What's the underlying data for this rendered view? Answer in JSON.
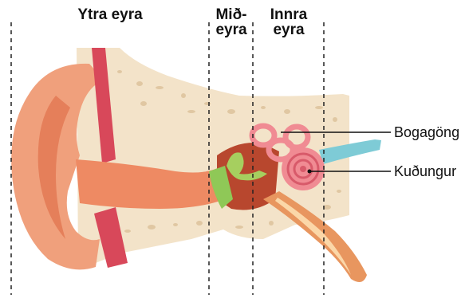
{
  "figure": {
    "regions": [
      {
        "label": "Ytra eyra"
      },
      {
        "label": "Mið-\neyra"
      },
      {
        "label": "Innra\neyra"
      }
    ],
    "callouts": [
      {
        "label": "Bogagöng"
      },
      {
        "label": "Kuðungur"
      }
    ],
    "colors": {
      "bone": "#f3e3c9",
      "bone_pore": "#e0c7a2",
      "skin": "#f0a07c",
      "skin_shadow": "#e57f5a",
      "canal": "#ee8a63",
      "muscle": "#d8485a",
      "cavity": "#b8472e",
      "eardrum": "#8fc857",
      "ossicle": "#a6cf5f",
      "cochlea": "#f08b93",
      "cochlea_dark": "#d85a6a",
      "nerve": "#7ecbd6",
      "tube": "#e8965f",
      "tube_light": "#fbd7a8",
      "divider": "#222222"
    }
  }
}
